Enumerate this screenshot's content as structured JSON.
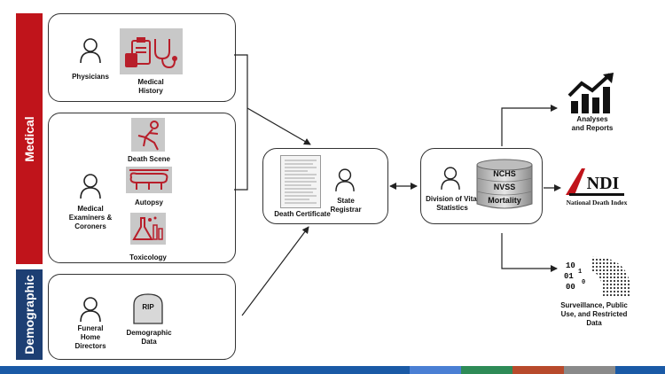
{
  "bands": {
    "medical": "Medical",
    "demographic": "Demographic"
  },
  "sources": {
    "physicians": "Physicians",
    "medical_history": "Medical\nHistory",
    "death_scene": "Death Scene",
    "autopsy": "Autopsy",
    "toxicology": "Toxicology",
    "medical_examiners": "Medical\nExaminers &\nCoroners",
    "funeral_home_directors": "Funeral\nHome\nDirectors",
    "demographic_data": "Demographic\nData",
    "rip": "RIP"
  },
  "registration": {
    "death_certificate": "Death Certificate",
    "state_registrar": "State\nRegistrar"
  },
  "nchs": {
    "division": "Division of Vital\nStatistics",
    "db_lines": [
      "NCHS",
      "NVSS",
      "Mortality"
    ]
  },
  "outputs": {
    "analyses": "Analyses\nand Reports",
    "ndi_logo": "NDI",
    "ndi_caption": "National Death Index",
    "surveillance": "Surveillance, Public\nUse, and Restricted\nData"
  },
  "colors": {
    "medical_band": "#c0141b",
    "demographic_band": "#1d3f73",
    "icon_bg": "#c8c8c8",
    "icon_red": "#b81e2a",
    "bottom_bar": [
      "#1a5aa6",
      "#4a7fd4",
      "#2e8b57",
      "#b84a2c",
      "#8a8a8a",
      "#1a5aa6"
    ]
  }
}
